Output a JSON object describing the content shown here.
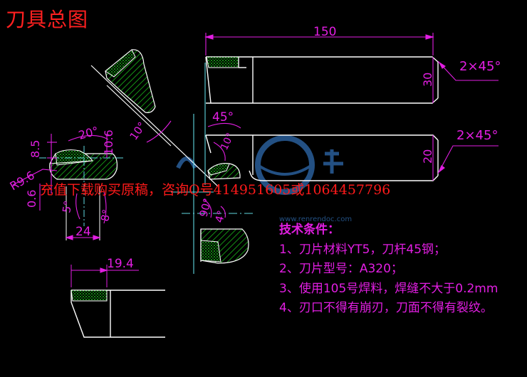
{
  "title": "刀具总图",
  "watermark": {
    "text": "充值下载购买原稿，咨询Q号414951605或1064457796",
    "site": "www.renrendoc.com"
  },
  "dimensions": {
    "length_150": "150",
    "height_30": "30",
    "chamfer_top": "2×45°",
    "chamfer_bottom": "2×45°",
    "height_20": "20",
    "angle_45": "45°",
    "angle_10_upper": "10°",
    "angle_10_mid": "10°",
    "angle_20": "20°",
    "dim_8_5": "8.5",
    "dim_10_6": "10.6",
    "radius_9_6": "R9.6",
    "dim_0_6": "0.6",
    "angle_5": "5°",
    "angle_8": "8°",
    "dim_24": "24",
    "angle_90": "90°",
    "angle_4": "4°",
    "dim_19_4": "19.4"
  },
  "requirements": {
    "title": "技术条件：",
    "items": [
      "1、刀片材料YT5，刀杆45钢；",
      "2、刀片型号：A320；",
      "3、使用105号焊料，焊缝不大于0.2mm",
      "4、刃口不得有崩刃，刀面不得有裂纹。"
    ]
  },
  "colors": {
    "background": "#000000",
    "outline": "#ffffff",
    "dimension": "#e21ee2",
    "hatch": "#21e821",
    "centerline": "#5fd7e0",
    "title": "#ff2020",
    "watermark_logo": "#2a5f9a"
  }
}
